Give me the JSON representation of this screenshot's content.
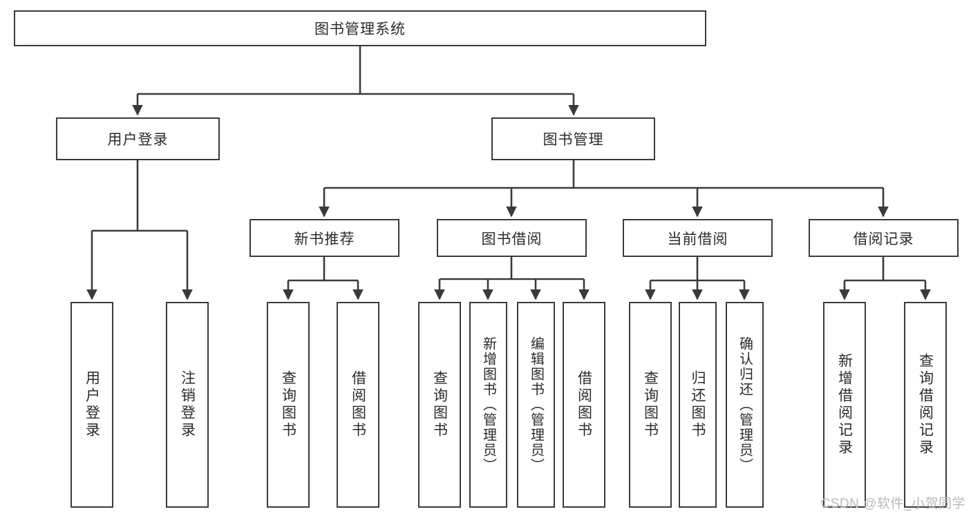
{
  "diagram": {
    "type": "tree-hierarchy",
    "title": "图书管理系统",
    "watermark": "CSDN @软件_小贺同学",
    "colors": {
      "box_border": "#3a3a3a",
      "box_fill": "#ffffff",
      "edge": "#3a3a3a",
      "text": "#2b2b2b",
      "watermark": "#b9b9b9",
      "background": "#ffffff"
    },
    "nodes": {
      "root": {
        "label": "图书管理系统",
        "level": 1,
        "orientation": "horizontal"
      },
      "user_login": {
        "label": "用户登录",
        "level": 2,
        "orientation": "horizontal"
      },
      "book_manage": {
        "label": "图书管理",
        "level": 2,
        "orientation": "horizontal"
      },
      "new_book_rec": {
        "label": "新书推荐",
        "level": 3,
        "orientation": "horizontal"
      },
      "book_borrow": {
        "label": "图书借阅",
        "level": 3,
        "orientation": "horizontal"
      },
      "current_borrow": {
        "label": "当前借阅",
        "level": 3,
        "orientation": "horizontal"
      },
      "borrow_record": {
        "label": "借阅记录",
        "level": 3,
        "orientation": "horizontal"
      },
      "leaf_user_login": {
        "label": "用户登录",
        "level": 4,
        "orientation": "vertical"
      },
      "leaf_logout": {
        "label": "注销登录",
        "level": 4,
        "orientation": "vertical"
      },
      "leaf_query_book_1": {
        "label": "查询图书",
        "level": 4,
        "orientation": "vertical"
      },
      "leaf_borrow_book_1": {
        "label": "借阅图书",
        "level": 4,
        "orientation": "vertical"
      },
      "leaf_query_book_2": {
        "label": "查询图书",
        "level": 4,
        "orientation": "vertical"
      },
      "leaf_add_book": {
        "label": "新增图书（管理员）",
        "level": 4,
        "orientation": "vertical"
      },
      "leaf_edit_book": {
        "label": "编辑图书（管理员）",
        "level": 4,
        "orientation": "vertical"
      },
      "leaf_borrow_book_2": {
        "label": "借阅图书",
        "level": 4,
        "orientation": "vertical"
      },
      "leaf_query_book_3": {
        "label": "查询图书",
        "level": 4,
        "orientation": "vertical"
      },
      "leaf_return_book": {
        "label": "归还图书",
        "level": 4,
        "orientation": "vertical"
      },
      "leaf_confirm_return": {
        "label": "确认归还（管理员）",
        "level": 4,
        "orientation": "vertical"
      },
      "leaf_add_record": {
        "label": "新增借阅记录",
        "level": 4,
        "orientation": "vertical"
      },
      "leaf_query_record": {
        "label": "查询借阅记录",
        "level": 4,
        "orientation": "vertical"
      }
    },
    "edges": [
      {
        "from": "root",
        "to": "user_login"
      },
      {
        "from": "root",
        "to": "book_manage"
      },
      {
        "from": "user_login",
        "to": "leaf_user_login"
      },
      {
        "from": "user_login",
        "to": "leaf_logout"
      },
      {
        "from": "book_manage",
        "to": "new_book_rec"
      },
      {
        "from": "book_manage",
        "to": "book_borrow"
      },
      {
        "from": "book_manage",
        "to": "current_borrow"
      },
      {
        "from": "book_manage",
        "to": "borrow_record"
      },
      {
        "from": "new_book_rec",
        "to": "leaf_query_book_1"
      },
      {
        "from": "new_book_rec",
        "to": "leaf_borrow_book_1"
      },
      {
        "from": "book_borrow",
        "to": "leaf_query_book_2"
      },
      {
        "from": "book_borrow",
        "to": "leaf_add_book"
      },
      {
        "from": "book_borrow",
        "to": "leaf_edit_book"
      },
      {
        "from": "book_borrow",
        "to": "leaf_borrow_book_2"
      },
      {
        "from": "current_borrow",
        "to": "leaf_query_book_3"
      },
      {
        "from": "current_borrow",
        "to": "leaf_return_book"
      },
      {
        "from": "current_borrow",
        "to": "leaf_confirm_return"
      },
      {
        "from": "borrow_record",
        "to": "leaf_add_record"
      },
      {
        "from": "borrow_record",
        "to": "leaf_query_record"
      }
    ]
  }
}
